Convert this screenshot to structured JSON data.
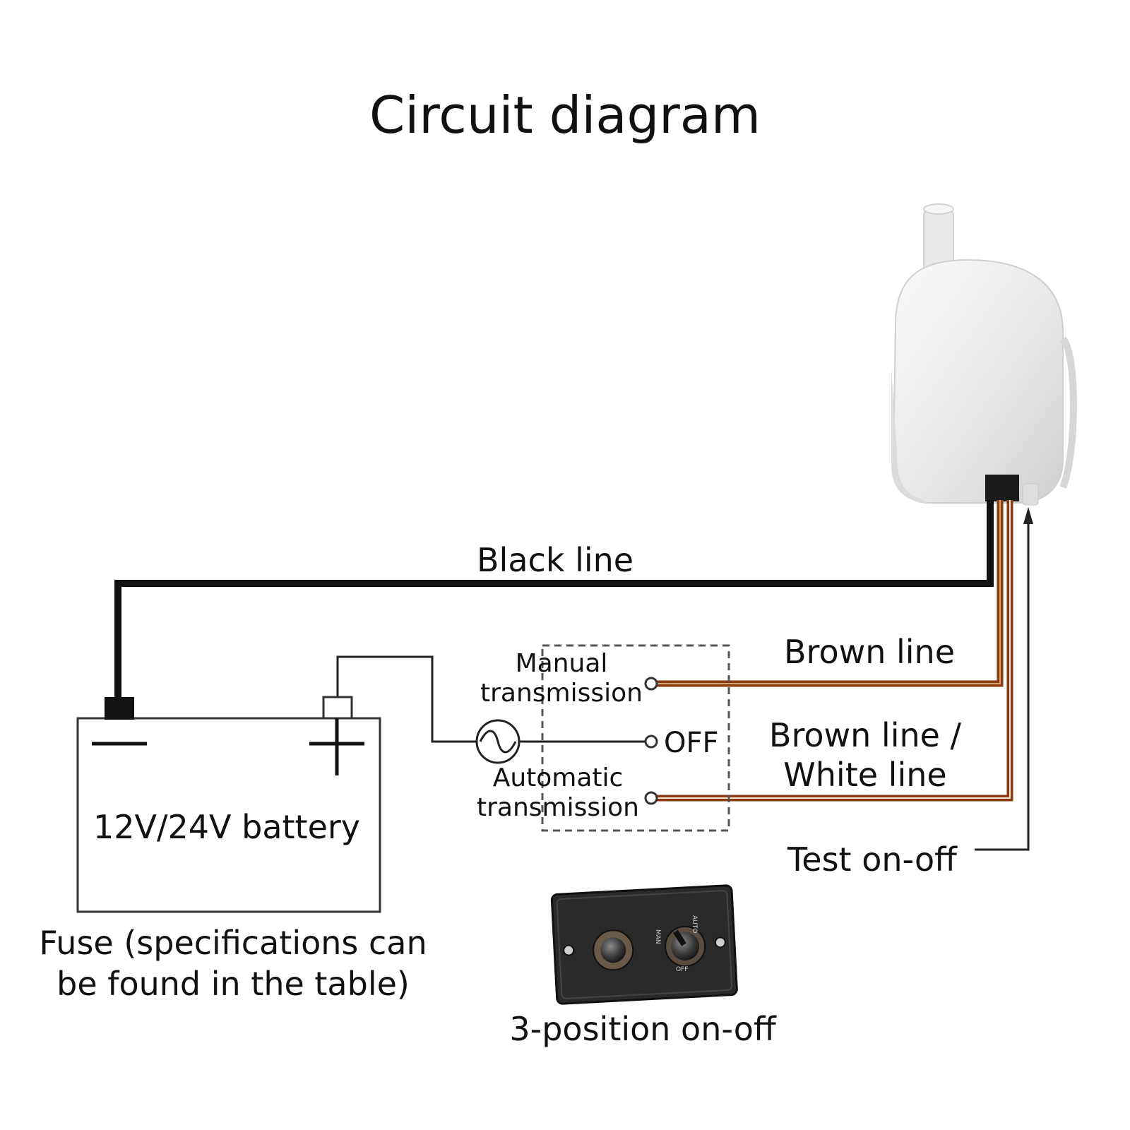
{
  "title": "Circuit diagram",
  "labels": {
    "black_line": "Black line",
    "brown_line": "Brown line",
    "brown_white_line_1": "Brown line /",
    "brown_white_line_2": "White line",
    "test_on_off": "Test on-off",
    "manual_1": "Manual",
    "manual_2": "transmission",
    "off": "OFF",
    "automatic_1": "Automatic",
    "automatic_2": "transmission",
    "battery": "12V/24V battery",
    "fuse_1": "Fuse (specifications can",
    "fuse_2": "be found in the table)",
    "three_position": "3-position on-off"
  },
  "panel_marks": {
    "off": "OFF",
    "auto": "AUTO",
    "man": "MAN"
  },
  "colors": {
    "black_wire": "#111111",
    "brown_wire": "#8b3a12",
    "pump_body": "#ececec",
    "panel": "#2a2a2a"
  }
}
